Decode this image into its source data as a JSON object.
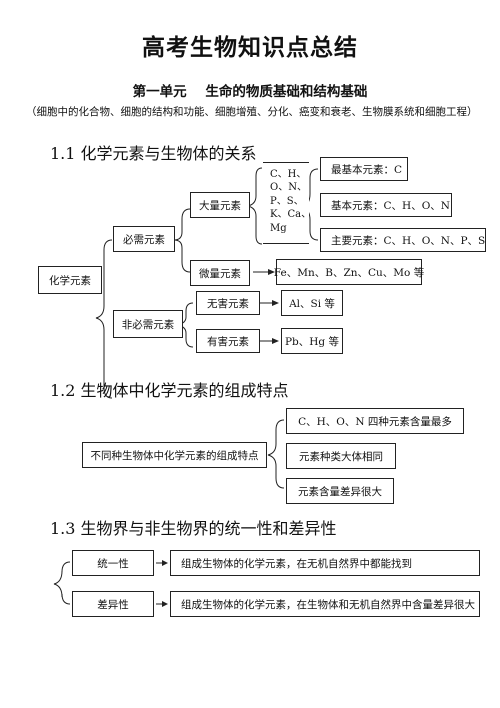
{
  "title": "高考生物知识点总结",
  "unit_heading": "第一单元    生命的物质基础和结构基础",
  "unit_scope": "（细胞中的化合物、细胞的结构和功能、细胞增殖、分化、癌变和衰老、生物膜系统和细胞工程）",
  "section1": {
    "heading": "1.1 化学元素与生物体的关系",
    "root": "化学元素",
    "essential": "必需元素",
    "major": "大量元素",
    "major_list": [
      "C、H、",
      "O、N、",
      "P、S、",
      "K、Ca、",
      "Mg"
    ],
    "most_basic": "最基本元素：C",
    "basic": "基本元素：C、H、O、N",
    "main": "主要元素：C、H、O、N、P、S",
    "trace": "微量元素",
    "trace_list": "Fe、Mn、B、Zn、Cu、Mo 等",
    "non_essential": "非必需元素",
    "harmless": "无害元素",
    "harmless_list": "Al、Si 等",
    "harmful": "有害元素",
    "harmful_list": "Pb、Hg 等"
  },
  "section2": {
    "heading": "1.2 生物体中化学元素的组成特点",
    "root": "不同种生物体中化学元素的组成特点",
    "item1": "C、H、O、N 四种元素含量最多",
    "item2": "元素种类大体相同",
    "item3": "元素含量差异很大"
  },
  "section3": {
    "heading": "1.3 生物界与非生物界的统一性和差异性",
    "unity": "统一性",
    "unity_desc": "组成生物体的化学元素，在无机自然界中都能找到",
    "difference": "差异性",
    "difference_desc": "组成生物体的化学元素，在生物体和无机自然界中含量差异很大"
  }
}
